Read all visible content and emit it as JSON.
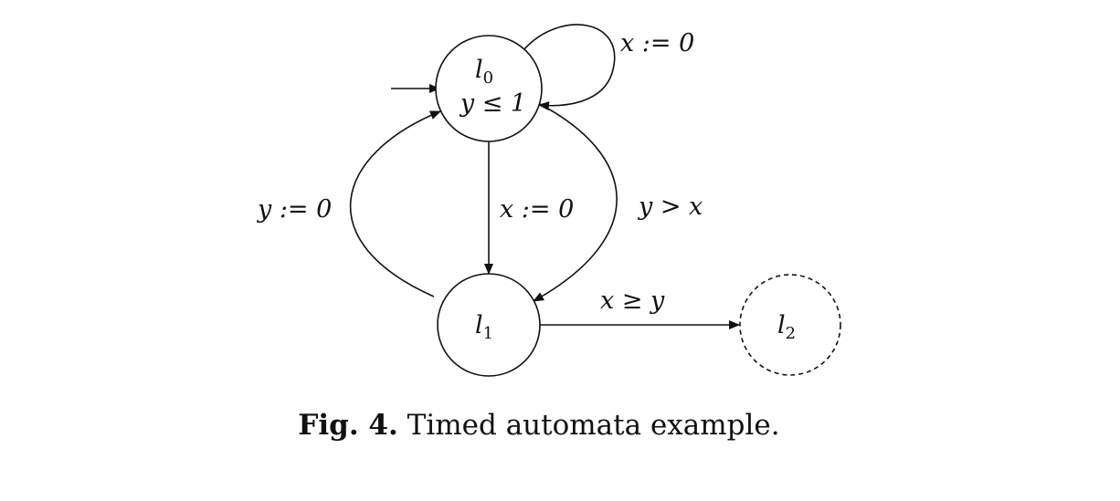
{
  "states": {
    "l0": {
      "name": "l",
      "index": "0",
      "invariant": "y ≤ 1"
    },
    "l1": {
      "name": "l",
      "index": "1"
    },
    "l2": {
      "name": "l",
      "index": "2"
    }
  },
  "edges": {
    "self_loop_l0": "x := 0",
    "l0_to_l1": "x := 0",
    "l1_to_l0": "y := 0",
    "l0_to_l1_guard": "y > x",
    "l1_to_l2": "x ≥ y"
  },
  "caption": {
    "label": "Fig. 4.",
    "text": "Timed automata example."
  }
}
